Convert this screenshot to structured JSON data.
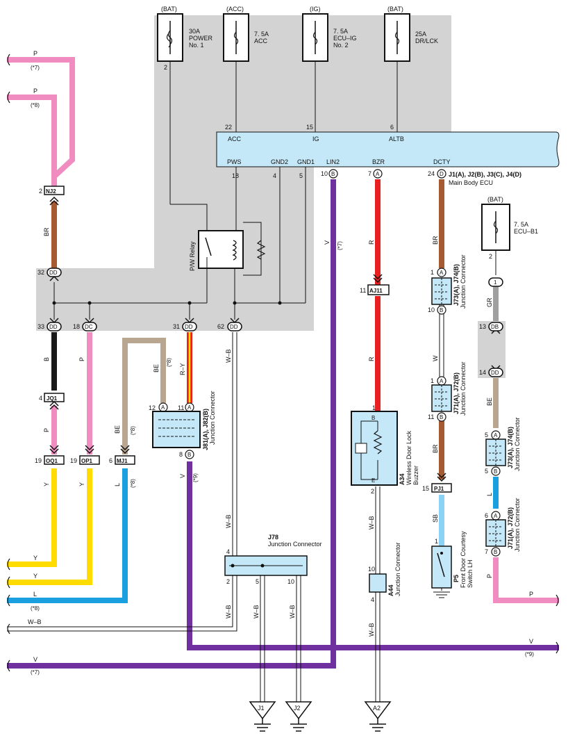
{
  "fuses": [
    {
      "source": "(BAT)",
      "rating": "30A",
      "name1": "POWER",
      "name2": "No. 1",
      "pin": "2"
    },
    {
      "source": "(ACC)",
      "rating": "7. 5A",
      "name1": "ACC",
      "name2": "",
      "pin": ""
    },
    {
      "source": "(IG)",
      "rating": "7. 5A",
      "name1": "ECU–IG",
      "name2": "No. 2",
      "pin": ""
    },
    {
      "source": "(BAT)",
      "rating": "25A",
      "name1": "DR/LCK",
      "name2": "",
      "pin": ""
    },
    {
      "source": "(BAT)",
      "rating": "7. 5A",
      "name1": "ECU–B1",
      "name2": "",
      "pin": "2"
    }
  ],
  "ecu": {
    "top_pins": [
      {
        "num": "22",
        "label": "ACC"
      },
      {
        "num": "15",
        "label": "IG"
      },
      {
        "num": "6",
        "label": "ALTB"
      }
    ],
    "bottom_pins": [
      {
        "num": "18",
        "label": "PWS"
      },
      {
        "num": "4",
        "label": "GND2"
      },
      {
        "num": "5",
        "label": "GND1"
      },
      {
        "num": "10",
        "label": "LIN2",
        "term": "B"
      },
      {
        "num": "7",
        "label": "BZR",
        "term": "A"
      },
      {
        "num": "24",
        "label": "DCTY",
        "term": "D"
      }
    ],
    "ref": "J1(A), J2(B), J3(C), J4(D)",
    "name": "Main Body ECU"
  },
  "relay_label": "P/W Relay",
  "connectors": {
    "nj2": {
      "id": "NJ2",
      "pin": "2"
    },
    "dd32": {
      "code": "DD",
      "pin": "32"
    },
    "dd33": {
      "code": "DD",
      "pin": "33"
    },
    "dc18": {
      "code": "DC",
      "pin": "18"
    },
    "dd31": {
      "code": "DD",
      "pin": "31"
    },
    "dd62": {
      "code": "DD",
      "pin": "62"
    },
    "jq1": {
      "id": "JQ1",
      "pin": "4"
    },
    "oq1": {
      "id": "OQ1",
      "pin": "19"
    },
    "op1": {
      "id": "OP1",
      "pin": "19"
    },
    "mj1": {
      "id": "MJ1",
      "pin": "6"
    },
    "aj11": {
      "id": "AJ11",
      "pin": "11"
    },
    "pj1": {
      "id": "PJ1",
      "pin": "15"
    },
    "c1": {
      "code": "1"
    },
    "db13": {
      "code": "DB",
      "pin": "13"
    },
    "dd14": {
      "code": "DD",
      "pin": "14"
    }
  },
  "junctions": {
    "j81": {
      "ref": "J81(A), J82(B)",
      "name": "Junction Connector",
      "pin_a": "12",
      "term_a": "A",
      "pin_a2": "11",
      "term_a2": "A",
      "pin_b": "8",
      "term_b": "B"
    },
    "j73_upper": {
      "ref": "J73(A), J74(B)",
      "name": "Junction Connector",
      "pin_top": "1",
      "term_top": "A",
      "pin_bot": "10",
      "term_bot": "B"
    },
    "j71_upper": {
      "ref": "J71(A), J72(B)",
      "name": "Junction Connector",
      "pin_top": "1",
      "term_top": "A",
      "pin_bot": "11",
      "term_bot": "B"
    },
    "j73_right": {
      "ref": "J73(A), J74(B)",
      "name": "Junction Connector",
      "pin_top": "5",
      "term_top": "A",
      "pin_bot": "5",
      "term_bot": "B"
    },
    "j71_right": {
      "ref": "J71(A), J72(B)",
      "name": "Junction Connector",
      "pin_top": "6",
      "term_top": "A",
      "pin_bot": "7",
      "term_bot": "B"
    },
    "j78": {
      "id": "J78",
      "name": "Junction Connector",
      "pin4": "4",
      "pin2": "2",
      "pin5": "5",
      "pin10": "10"
    },
    "a44": {
      "id": "A44",
      "name": "Junction Connector",
      "pin10": "10",
      "pin4": "4"
    }
  },
  "buzzer": {
    "id": "A34",
    "name": "Wireless Door Lock",
    "name2": "Buzzer",
    "pin1": "1",
    "pin2": "2",
    "term_b": "B",
    "term_e": "E"
  },
  "switch": {
    "id": "P5",
    "name": "Front Door Courtesy",
    "name2": "Switch LH",
    "pin": "1"
  },
  "wires": {
    "p": "P",
    "br": "BR",
    "b": "B",
    "y": "Y",
    "l": "L",
    "be": "BE",
    "ry": "R–Y",
    "v": "V",
    "wb": "W–B",
    "r": "R",
    "w": "W",
    "sb": "SB",
    "gr": "GR"
  },
  "notes": {
    "n7": "(*7)",
    "n8": "(*8)",
    "n9": "(*9)"
  },
  "grounds": [
    "J1",
    "J2",
    "A2"
  ],
  "colors": {
    "pink": "#f08cc0",
    "brown": "#a55a32",
    "black": "#1a1a1a",
    "yellow": "#ffdc00",
    "blue": "#1aa0e0",
    "tan": "#b9a690",
    "purple": "#7030a0",
    "red": "#e82020",
    "skyblue": "#8cd2f5",
    "gray": "#a0a0a0",
    "ecu": "#c4e8f8",
    "shade": "#d3d3d3"
  }
}
